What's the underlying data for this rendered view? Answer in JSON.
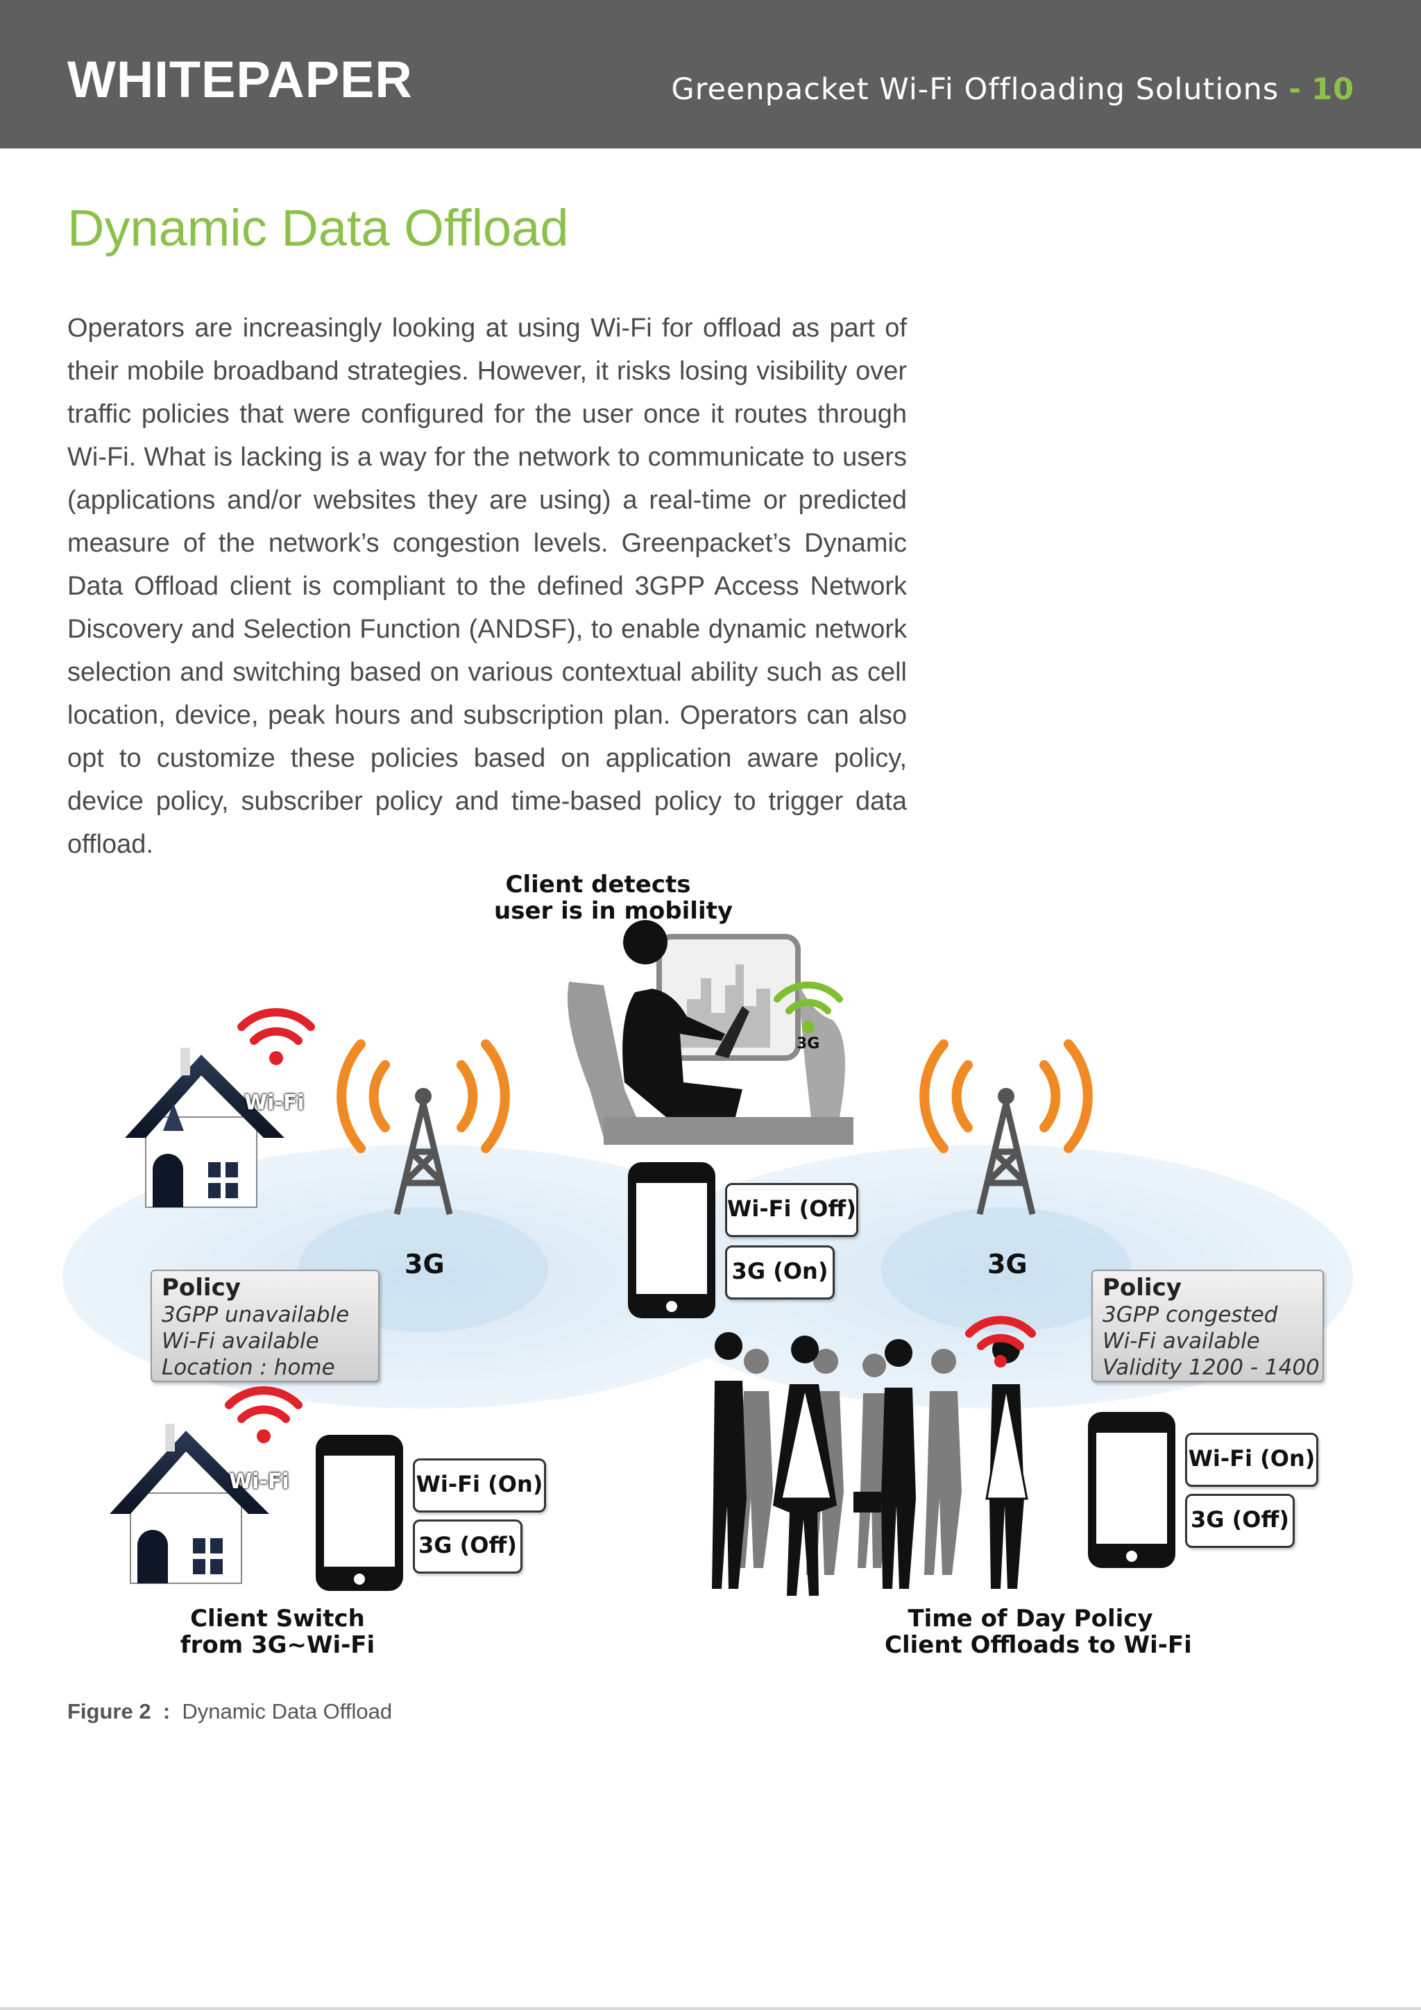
{
  "header": {
    "brand": "WHITEPAPER",
    "doc_title": "Greenpacket Wi-Fi Offloading Solutions",
    "separator": "-",
    "page_number": "10"
  },
  "section": {
    "title": "Dynamic Data Offload",
    "paragraph": "Operators are increasingly looking at using Wi-Fi for offload as part of their mobile broadband strategies. However, it risks losing visibility over traffic policies that were configured for the user once it routes through Wi-Fi. What is lacking is a way for the network to communicate to users (applications and/or websites they are using) a real-time or predicted measure of the network’s congestion levels. Greenpacket’s Dynamic Data Offload client is compliant to the defined 3GPP Access Network Discovery and Selection Function (ANDSF), to enable dynamic network selection and switching based on various contextual ability such as cell location, device, peak hours and subscription plan. Operators can also opt to customize these policies based on application aware policy, device policy, subscriber policy and time-based policy to trigger data offload."
  },
  "figure": {
    "top_label": [
      "Client detects",
      "user is in mobility"
    ],
    "small_3g": "3G",
    "tower_left_label": "3G",
    "tower_right_label": "3G",
    "house_top_wifi": "Wi-Fi",
    "house_bottom_wifi": "Wi-Fi",
    "center_phone": {
      "wifi": "Wi-Fi (Off)",
      "cell": "3G (On)"
    },
    "left_policy": {
      "heading": "Policy",
      "lines": [
        "3GPP unavailable",
        "Wi-Fi available",
        "Location : home"
      ]
    },
    "right_policy": {
      "heading": "Policy",
      "lines": [
        "3GPP congested",
        "Wi-Fi available",
        "Validity 1200 - 1400"
      ]
    },
    "left_phone": {
      "wifi": "Wi-Fi (On)",
      "cell": "3G (Off)"
    },
    "right_phone": {
      "wifi": "Wi-Fi (On)",
      "cell": "3G (Off)"
    },
    "left_caption": [
      "Client Switch",
      "from 3G~Wi-Fi"
    ],
    "right_caption": [
      "Time of Day Policy",
      "Client Offloads to Wi-Fi"
    ],
    "colors": {
      "wifi_red": "#e0222a",
      "wifi_green": "#7dbf2f",
      "signal_orange": "#f08a24",
      "coverage_blue": "#d8e9f5"
    }
  },
  "caption": {
    "label": "Figure 2",
    "sep": ":",
    "text": "Dynamic Data Offload"
  }
}
